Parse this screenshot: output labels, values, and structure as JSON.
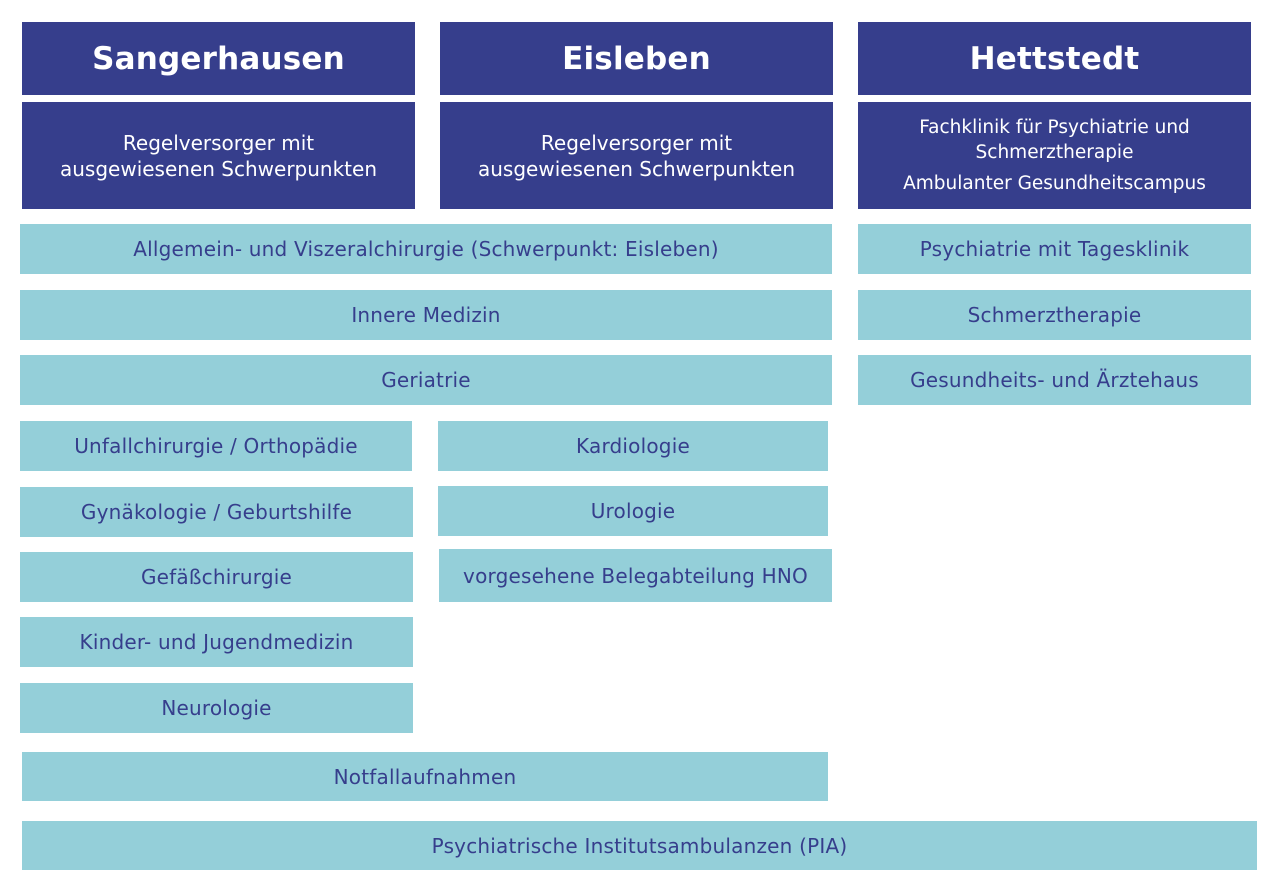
{
  "locations": {
    "sangerhausen": {
      "name": "Sangerhausen",
      "profile": [
        "Regelversorger mit",
        "ausgewiesenen Schwerpunkten"
      ]
    },
    "eisleben": {
      "name": "Eisleben",
      "profile": [
        "Regelversorger mit",
        "ausgewiesenen Schwerpunkten"
      ]
    },
    "hettstedt": {
      "name": "Hettstedt",
      "profile": [
        "Fachklinik für Psychiatrie und",
        "Schmerztherapie"
      ],
      "profile_extra": "Ambulanter Gesundheitscampus"
    }
  },
  "departments": {
    "shared_sangerhausen_eisleben": [
      "Allgemein- und Viszeralchirurgie (Schwerpunkt: Eisleben)",
      "Innere Medizin",
      "Geriatrie"
    ],
    "sangerhausen": [
      "Unfallchirurgie / Orthopädie",
      "Gynäkologie / Geburtshilfe",
      "Gefäßchirurgie",
      "Kinder- und Jugendmedizin",
      "Neurologie"
    ],
    "eisleben": [
      "Kardiologie",
      "Urologie",
      "vorgesehene Belegabteilung HNO"
    ],
    "hettstedt": [
      "Psychiatrie mit Tagesklinik",
      "Schmerztherapie",
      "Gesundheits- und Ärztehaus"
    ],
    "emergency": "Notfallaufnahmen",
    "pia": "Psychiatrische Institutsambulanzen (PIA)"
  },
  "colors": {
    "header_bg": "#363e8c",
    "header_text": "#ffffff",
    "dept_bg": "#94cfd9",
    "dept_text": "#363e8c"
  }
}
